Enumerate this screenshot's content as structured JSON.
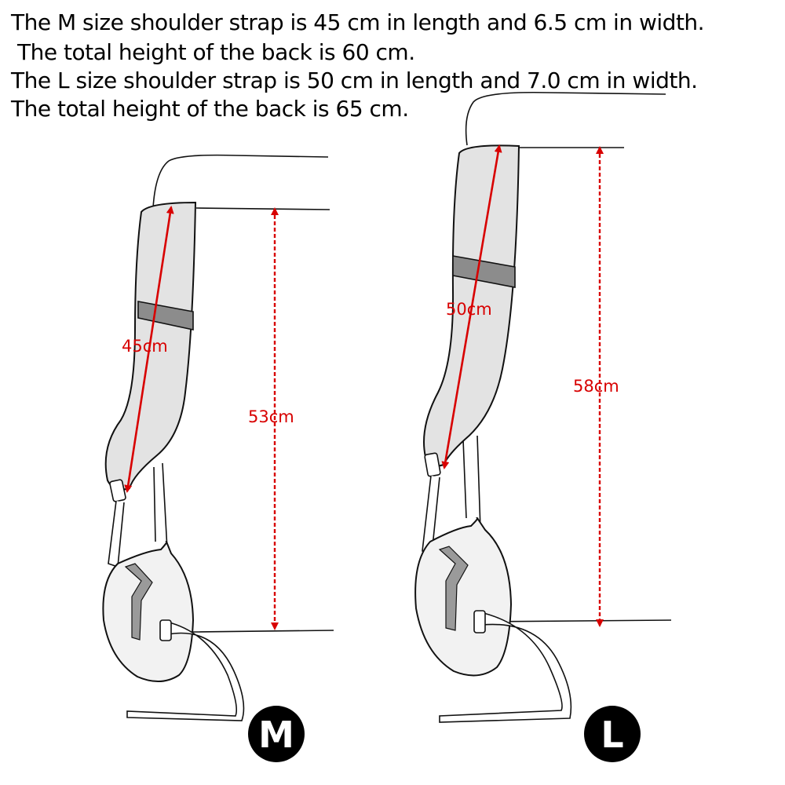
{
  "description": {
    "line1": "The M size shoulder strap is 45 cm in length and 6.5 cm in width.",
    "line2": "The total height of the back is 60 cm.",
    "line3": "The L size shoulder strap is 50 cm in length and 7.0 cm in width.",
    "line4": "The total height of the back is 65 cm."
  },
  "sizes": {
    "m": {
      "badge": "M",
      "strap_label": "45cm",
      "back_label": "53cm"
    },
    "l": {
      "badge": "L",
      "strap_label": "50cm",
      "back_label": "58cm"
    }
  },
  "colors": {
    "measure": "#d80000",
    "outline": "#111111",
    "strap_fill": "#e3e3e3",
    "band_fill": "#8c8c8c",
    "badge_fill": "#000000",
    "badge_text": "#ffffff"
  }
}
